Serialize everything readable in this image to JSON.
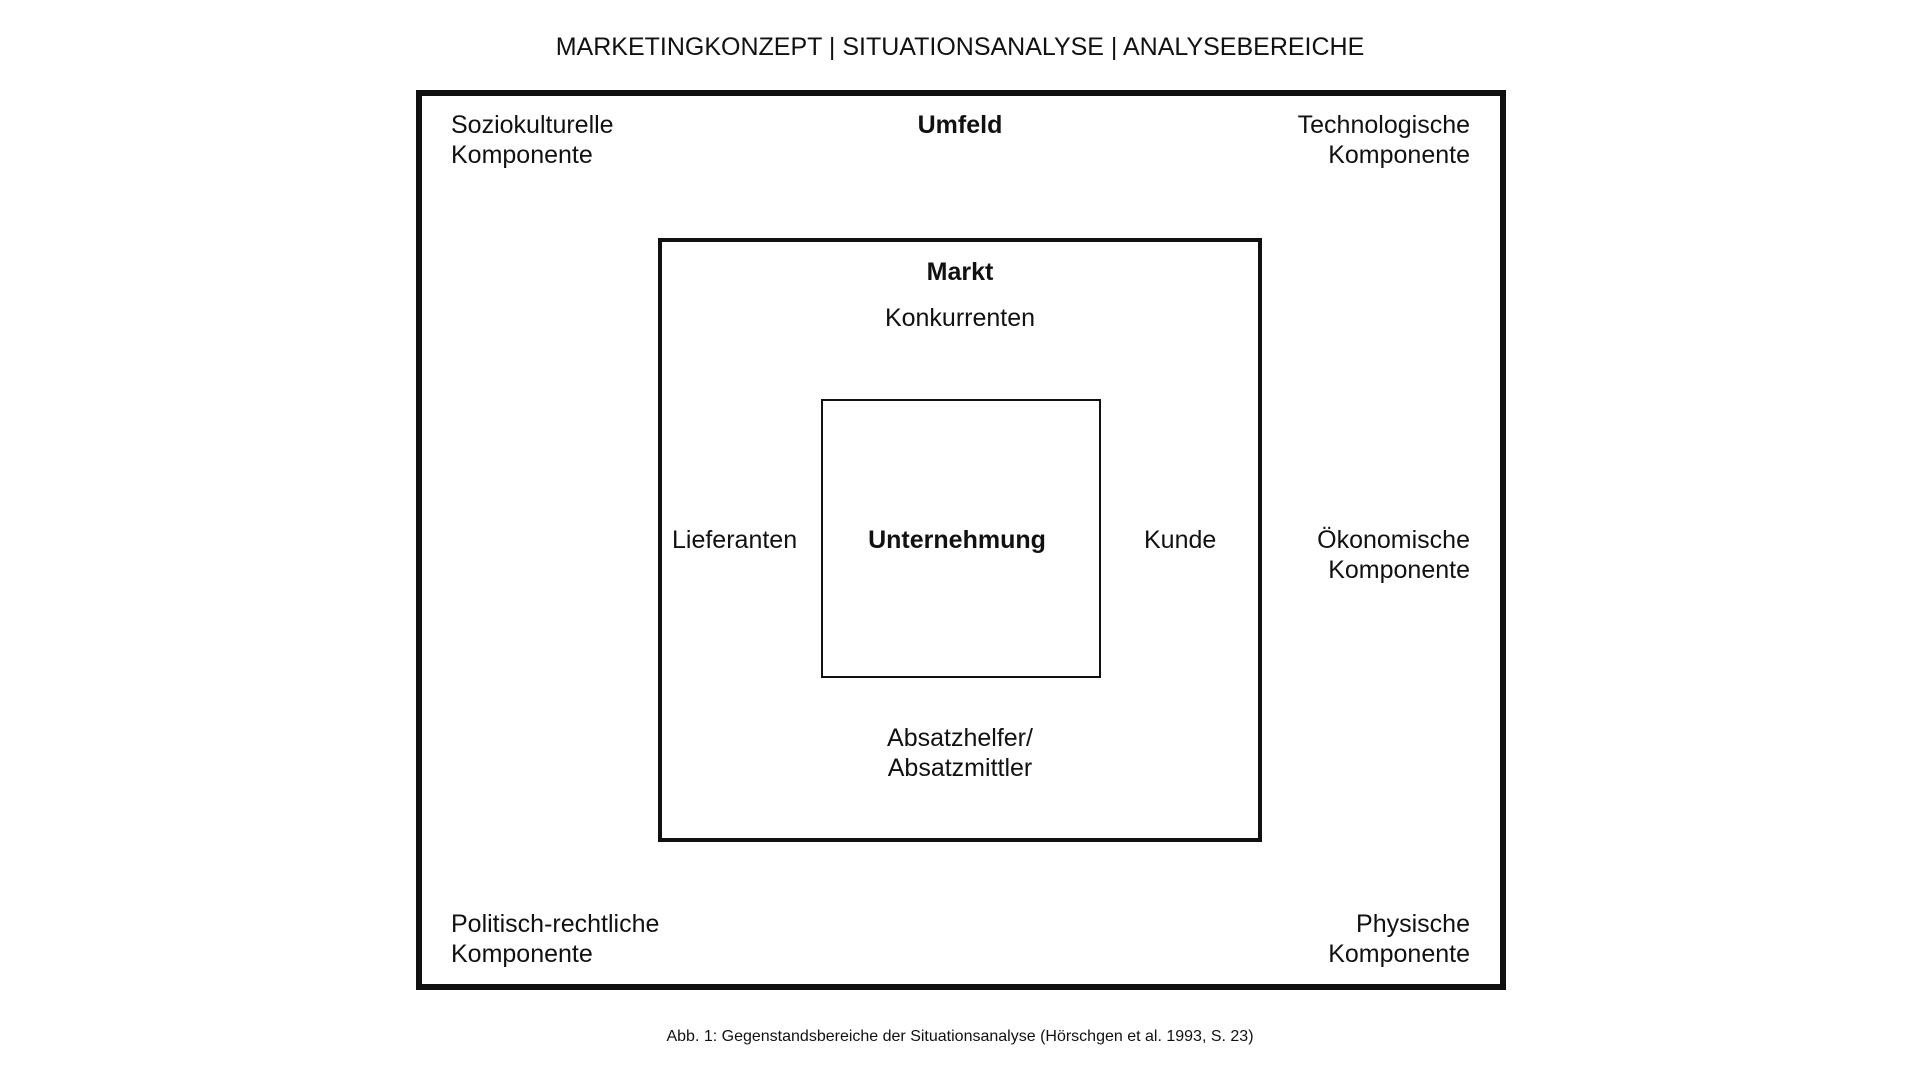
{
  "title": "MARKETINGKONZEPT | SITUATIONSANALYSE | ANALYSEBEREICHE",
  "umfeld": {
    "label": "Umfeld",
    "soziokulturell": [
      "Soziokulturelle",
      "Komponente"
    ],
    "technologisch": [
      "Technologische",
      "Komponente"
    ],
    "oekonomisch": [
      "Ökonomische",
      "Komponente"
    ],
    "politisch": [
      "Politisch-rechtliche",
      "Komponente"
    ],
    "physisch": [
      "Physische",
      "Komponente"
    ]
  },
  "markt": {
    "label": "Markt",
    "konkurrenten": "Konkurrenten",
    "lieferanten": "Lieferanten",
    "kunde": "Kunde",
    "absatz": [
      "Absatzhelfer/",
      "Absatzmittler"
    ]
  },
  "unternehmung": "Unternehmung",
  "caption": "Abb. 1: Gegenstandsbereiche der Situationsanalyse (Hörschgen et al. 1993, S. 23)"
}
